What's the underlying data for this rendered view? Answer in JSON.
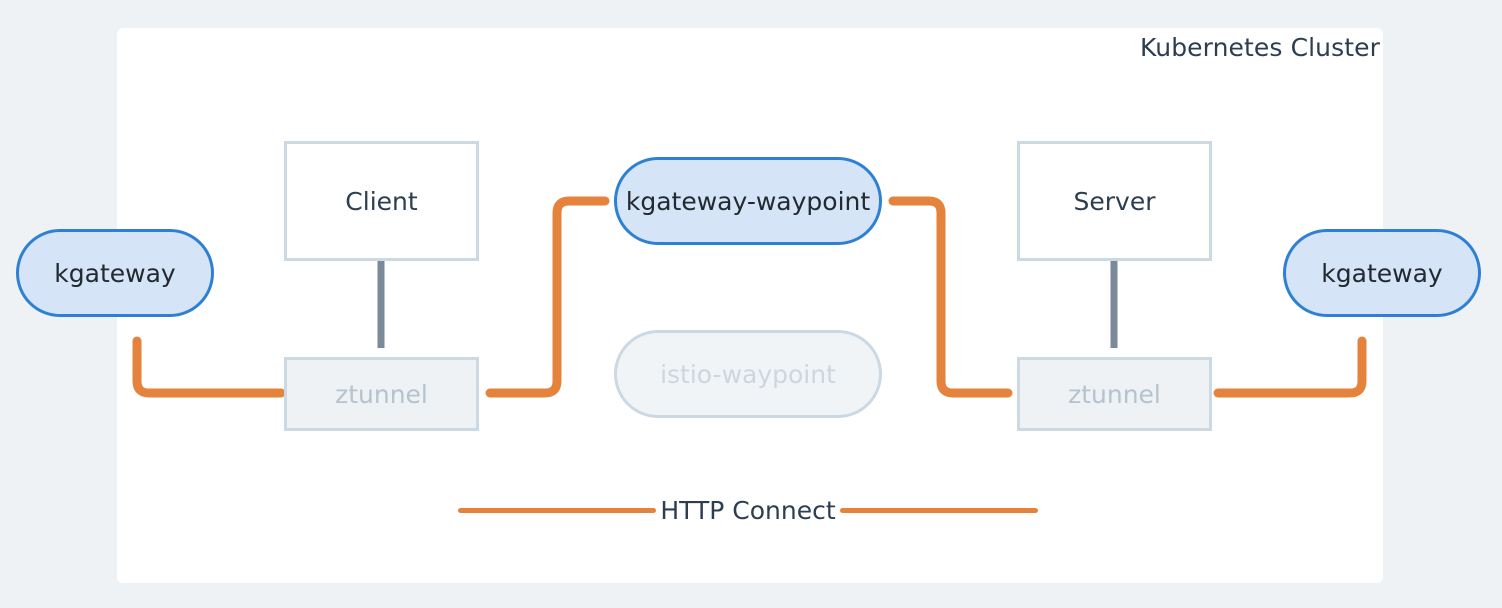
{
  "diagram": {
    "title": "Kubernetes Cluster",
    "background_color": "#eff2f5",
    "cluster_fill": "#ffffff"
  },
  "colors": {
    "accent_orange": "#e5823c",
    "pill_border_blue": "#2e80d4",
    "pill_fill_blue": "#d6e4f7",
    "box_border_gray": "#ccd8e2",
    "muted_fill": "#eef2f5",
    "muted_text": "#b6c2ce",
    "text_dark": "#2c3e50",
    "vertical_link_gray": "#7b8a99"
  },
  "nodes": {
    "kgateway_left": {
      "label": "kgateway",
      "shape": "pill",
      "state": "active"
    },
    "client": {
      "label": "Client",
      "shape": "rect",
      "state": "active"
    },
    "ztunnel_left": {
      "label": "ztunnel",
      "shape": "rect",
      "state": "muted"
    },
    "kgateway_waypoint": {
      "label": "kgateway-waypoint",
      "shape": "pill",
      "state": "active"
    },
    "istio_waypoint": {
      "label": "istio-waypoint",
      "shape": "pill",
      "state": "muted"
    },
    "server": {
      "label": "Server",
      "shape": "rect",
      "state": "active"
    },
    "ztunnel_right": {
      "label": "ztunnel",
      "shape": "rect",
      "state": "muted"
    },
    "kgateway_right": {
      "label": "kgateway",
      "shape": "pill",
      "state": "active"
    }
  },
  "legend": {
    "label": "HTTP Connect",
    "line_color": "#e5823c"
  },
  "edges": [
    {
      "from": "kgateway_left",
      "to": "ztunnel_left",
      "style": "orange"
    },
    {
      "from": "client",
      "to": "ztunnel_left",
      "style": "gray-vertical"
    },
    {
      "from": "ztunnel_left",
      "to": "kgateway_waypoint",
      "style": "orange"
    },
    {
      "from": "kgateway_waypoint",
      "to": "ztunnel_right",
      "style": "orange"
    },
    {
      "from": "server",
      "to": "ztunnel_right",
      "style": "gray-vertical"
    },
    {
      "from": "ztunnel_right",
      "to": "kgateway_right",
      "style": "orange"
    }
  ]
}
